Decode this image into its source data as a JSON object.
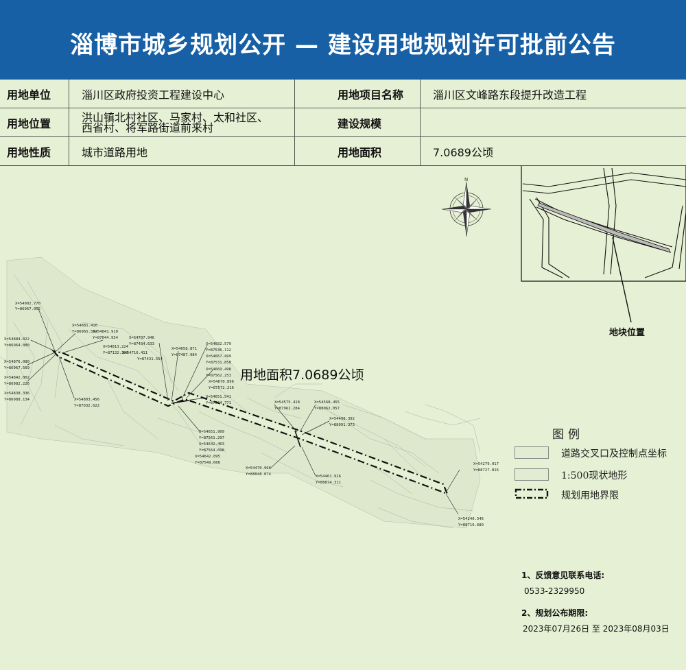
{
  "header": {
    "title": "淄博市城乡规划公开 — 建设用地规划许可批前公告"
  },
  "info": {
    "unit_label": "用地单位",
    "unit_value": "淄川区政府投资工程建设中心",
    "project_label": "用地项目名称",
    "project_value": "淄川区文峰路东段提升改造工程",
    "location_label": "用地位置",
    "location_line1": "洪山镇北村社区、马家村、太和社区、",
    "location_line2": "西省村、将军路街道前来村",
    "scale_label": "建设规模",
    "scale_value": "",
    "nature_label": "用地性质",
    "nature_value": "城市道路用地",
    "area_label": "用地面积",
    "area_value": "7.0689公顷"
  },
  "map": {
    "area_text": "用地面积7.0689公顷",
    "inset_label": "地块位置",
    "north_label": "N",
    "coords": [
      "X=54902.770",
      "Y=86967.052",
      "X=54884.022",
      "Y=86964.080",
      "X=54876.080",
      "Y=86967.569",
      "X=54842.002",
      "Y=86982.226",
      "X=54838.336",
      "Y=86988.134",
      "X=54881.416",
      "Y=86965.552",
      "X=54841.910",
      "Y=87044.934",
      "X=54813.224",
      "Y=87132.380",
      "X=54803.456",
      "Y=87032.622",
      "X=54707.946",
      "Y=87434.633",
      "X=54716.411",
      "Y=87431.554",
      "X=54658.871",
      "Y=87487.984",
      "X=54682.579",
      "Y=87536.112",
      "X=54667.499",
      "Y=87531.850",
      "X=54669.498",
      "Y=87562.253",
      "X=54670.896",
      "Y=87572.216",
      "X=54651.541",
      "Y=87564.771",
      "X=54651.969",
      "Y=87561.297",
      "X=54642.463",
      "Y=87564.098",
      "X=54642.895",
      "Y=87549.666",
      "X=54575.418",
      "Y=87962.284",
      "X=54568.455",
      "Y=88062.057",
      "X=54498.392",
      "Y=88091.373",
      "X=54470.968",
      "Y=88048.074",
      "X=54461.926",
      "Y=88074.311",
      "X=54279.017",
      "Y=88727.816",
      "X=54240.546",
      "Y=88716.689"
    ]
  },
  "legend": {
    "title": "图例",
    "items": [
      {
        "label": "道路交叉口及控制点坐标"
      },
      {
        "label": "1:500现状地形"
      },
      {
        "label": "规划用地界限"
      }
    ]
  },
  "notes": {
    "feedback_label": "1、反馈意见联系电话:",
    "phone": "0533-2329950",
    "period_label": "2、规划公布期限:",
    "period_value": "2023年07月26日  至  2023年08月03日"
  },
  "colors": {
    "header_bg": "#1760a6",
    "page_bg": "#e6f0d4"
  }
}
